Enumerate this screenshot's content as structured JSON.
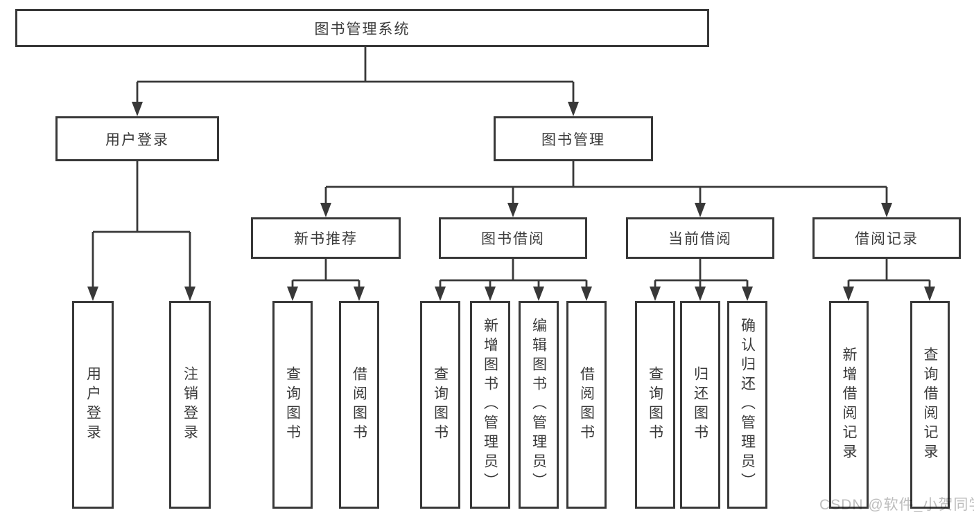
{
  "nodes": {
    "root": "图书管理系统",
    "user_login": "用户登录",
    "book_management": "图书管理",
    "new_book_recommend": "新书推荐",
    "book_borrow": "图书借阅",
    "current_borrow": "当前借阅",
    "borrow_record": "借阅记录",
    "ul_user_login": "用户登录",
    "ul_logout": "注销登录",
    "nb_query_book": "查询图书",
    "nb_borrow_book": "借阅图书",
    "bb_query_book": "查询图书",
    "bb_add_book": "新增图书（管理员）",
    "bb_edit_book": "编辑图书（管理员）",
    "bb_borrow_book": "借阅图书",
    "cb_query_book": "查询图书",
    "cb_return_book": "归还图书",
    "cb_confirm_return": "确认归还（管理员）",
    "br_add_record": "新增借阅记录",
    "br_query_record": "查询借阅记录"
  },
  "watermark": "CSDN @软件_小贺同学",
  "colors": {
    "line": "#383838",
    "text": "#3a3a3a",
    "watermark": "#bdbdbd",
    "background": "#ffffff"
  }
}
